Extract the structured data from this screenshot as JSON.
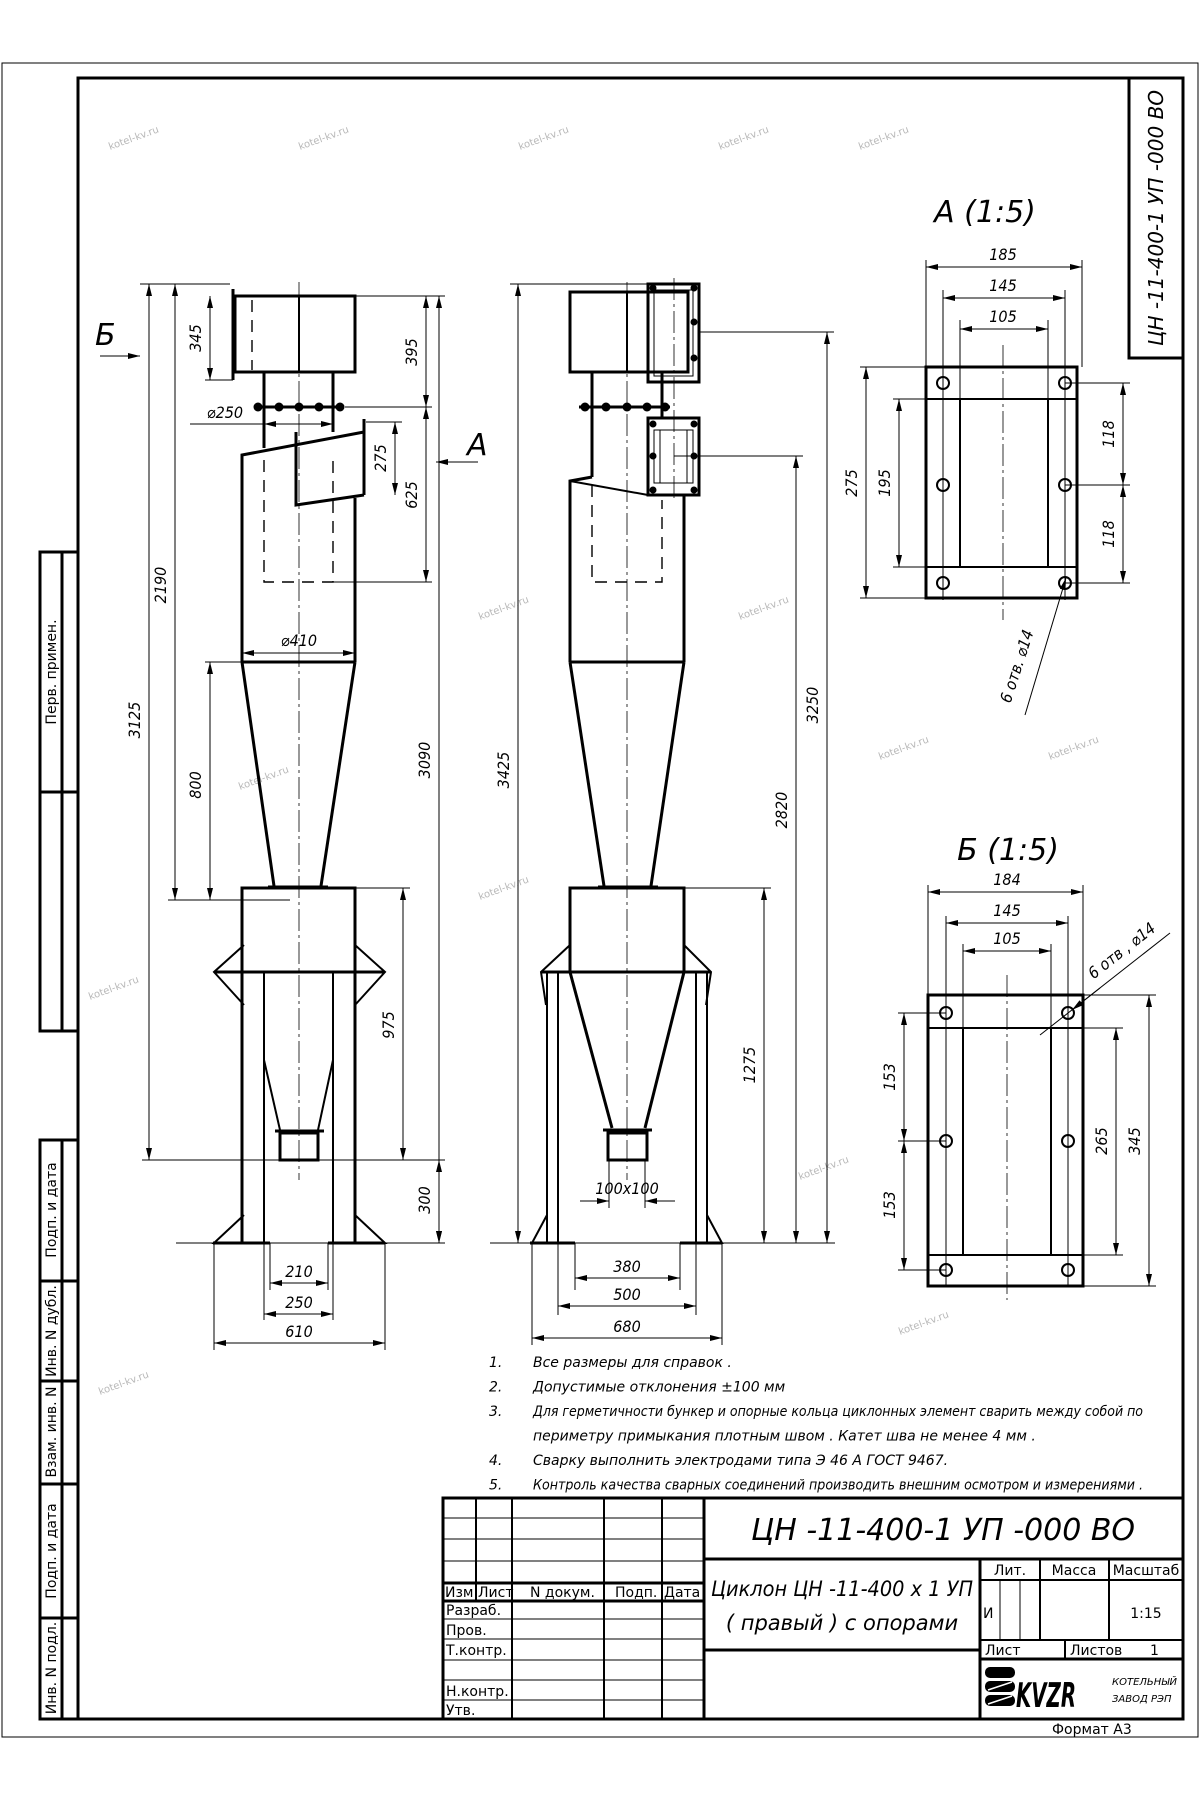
{
  "watermark": "kotel-kv.ru",
  "side_code": "ЦН -11-400-1 УП -000  ВО",
  "stamps": {
    "perv_primen": "Перв. примен.",
    "podp_data_1": "Подп. и дата",
    "inv_dubl": "Инв. N дубл.",
    "vzam_inv": "Взам. инв. N",
    "podp_data_2": "Подп. и дата",
    "inv_podl": "Инв. N подл."
  },
  "markers": {
    "section_b": "Б",
    "section_a": "А"
  },
  "front_view": {
    "dims": {
      "d345": "345",
      "d395": "395",
      "d250": "⌀250",
      "d275": "275",
      "d625": "625",
      "d2190": "2190",
      "d3125": "3125",
      "d3090": "3090",
      "d410": "⌀410",
      "d800": "800",
      "d975": "975",
      "d300": "300",
      "d210": "210",
      "d250w": "250",
      "d610": "610"
    }
  },
  "side_view": {
    "dims": {
      "d3425": "3425",
      "d3250": "3250",
      "d2820": "2820",
      "d1275": "1275",
      "d100": "100x100",
      "d380": "380",
      "d500": "500",
      "d680": "680"
    }
  },
  "view_a": {
    "title": "А  (1:5)",
    "dims": {
      "w185": "185",
      "w145": "145",
      "w105": "105",
      "h275": "275",
      "h195": "195",
      "h118a": "118",
      "h118b": "118"
    },
    "holes": "6 отв. ⌀14"
  },
  "view_b": {
    "title": "Б  (1:5)",
    "dims": {
      "w184": "184",
      "w145": "145",
      "w105": "105",
      "h153a": "153",
      "h153b": "153",
      "h265": "265",
      "h345": "345"
    },
    "holes": "6 отв , ⌀14"
  },
  "notes": [
    {
      "num": "1.",
      "lines": [
        "Все размеры для справок ."
      ]
    },
    {
      "num": "2.",
      "lines": [
        "Допустимые отклонения  ±100  мм"
      ]
    },
    {
      "num": "3.",
      "lines": [
        "Для герметичности бункер и опорные кольца циклонных элемент сварить между собой по",
        "периметру примыкания плотным швом . Катет шва не менее  4 мм ."
      ]
    },
    {
      "num": "4.",
      "lines": [
        "Сварку выполнить электродами типа  Э 46 А ГОСТ  9467."
      ]
    },
    {
      "num": "5.",
      "lines": [
        "Контроль качества сварных соединений производить внешним осмотром и измерениями ."
      ]
    }
  ],
  "title_block": {
    "code": "ЦН -11-400-1 УП -000  ВО",
    "name_line1": "Циклон ЦН -11-400 х 1 УП",
    "name_line2": "( правый )  с опорами",
    "headers": {
      "izm": "Изм",
      "list": "Лист",
      "ndoc": "N докум.",
      "podp": "Подп.",
      "data": "Дата"
    },
    "roles": {
      "razrab": "Разраб.",
      "prov": "Пров.",
      "tkontr": "Т.контр.",
      "nkontr": "Н.контр.",
      "utv": "Утв."
    },
    "lit_label": "Лит.",
    "mass_label": "Масса",
    "scale_label": "Масштаб",
    "lit_value": "И",
    "scale_value": "1:15",
    "sheet_label": "Лист",
    "sheets_label": "Листов",
    "sheets_value": "1",
    "logo_text": "KVZR",
    "company_line1": "КОТЕЛЬНЫЙ",
    "company_line2": "ЗАВОД РЭП",
    "format": "Формат   А3"
  }
}
